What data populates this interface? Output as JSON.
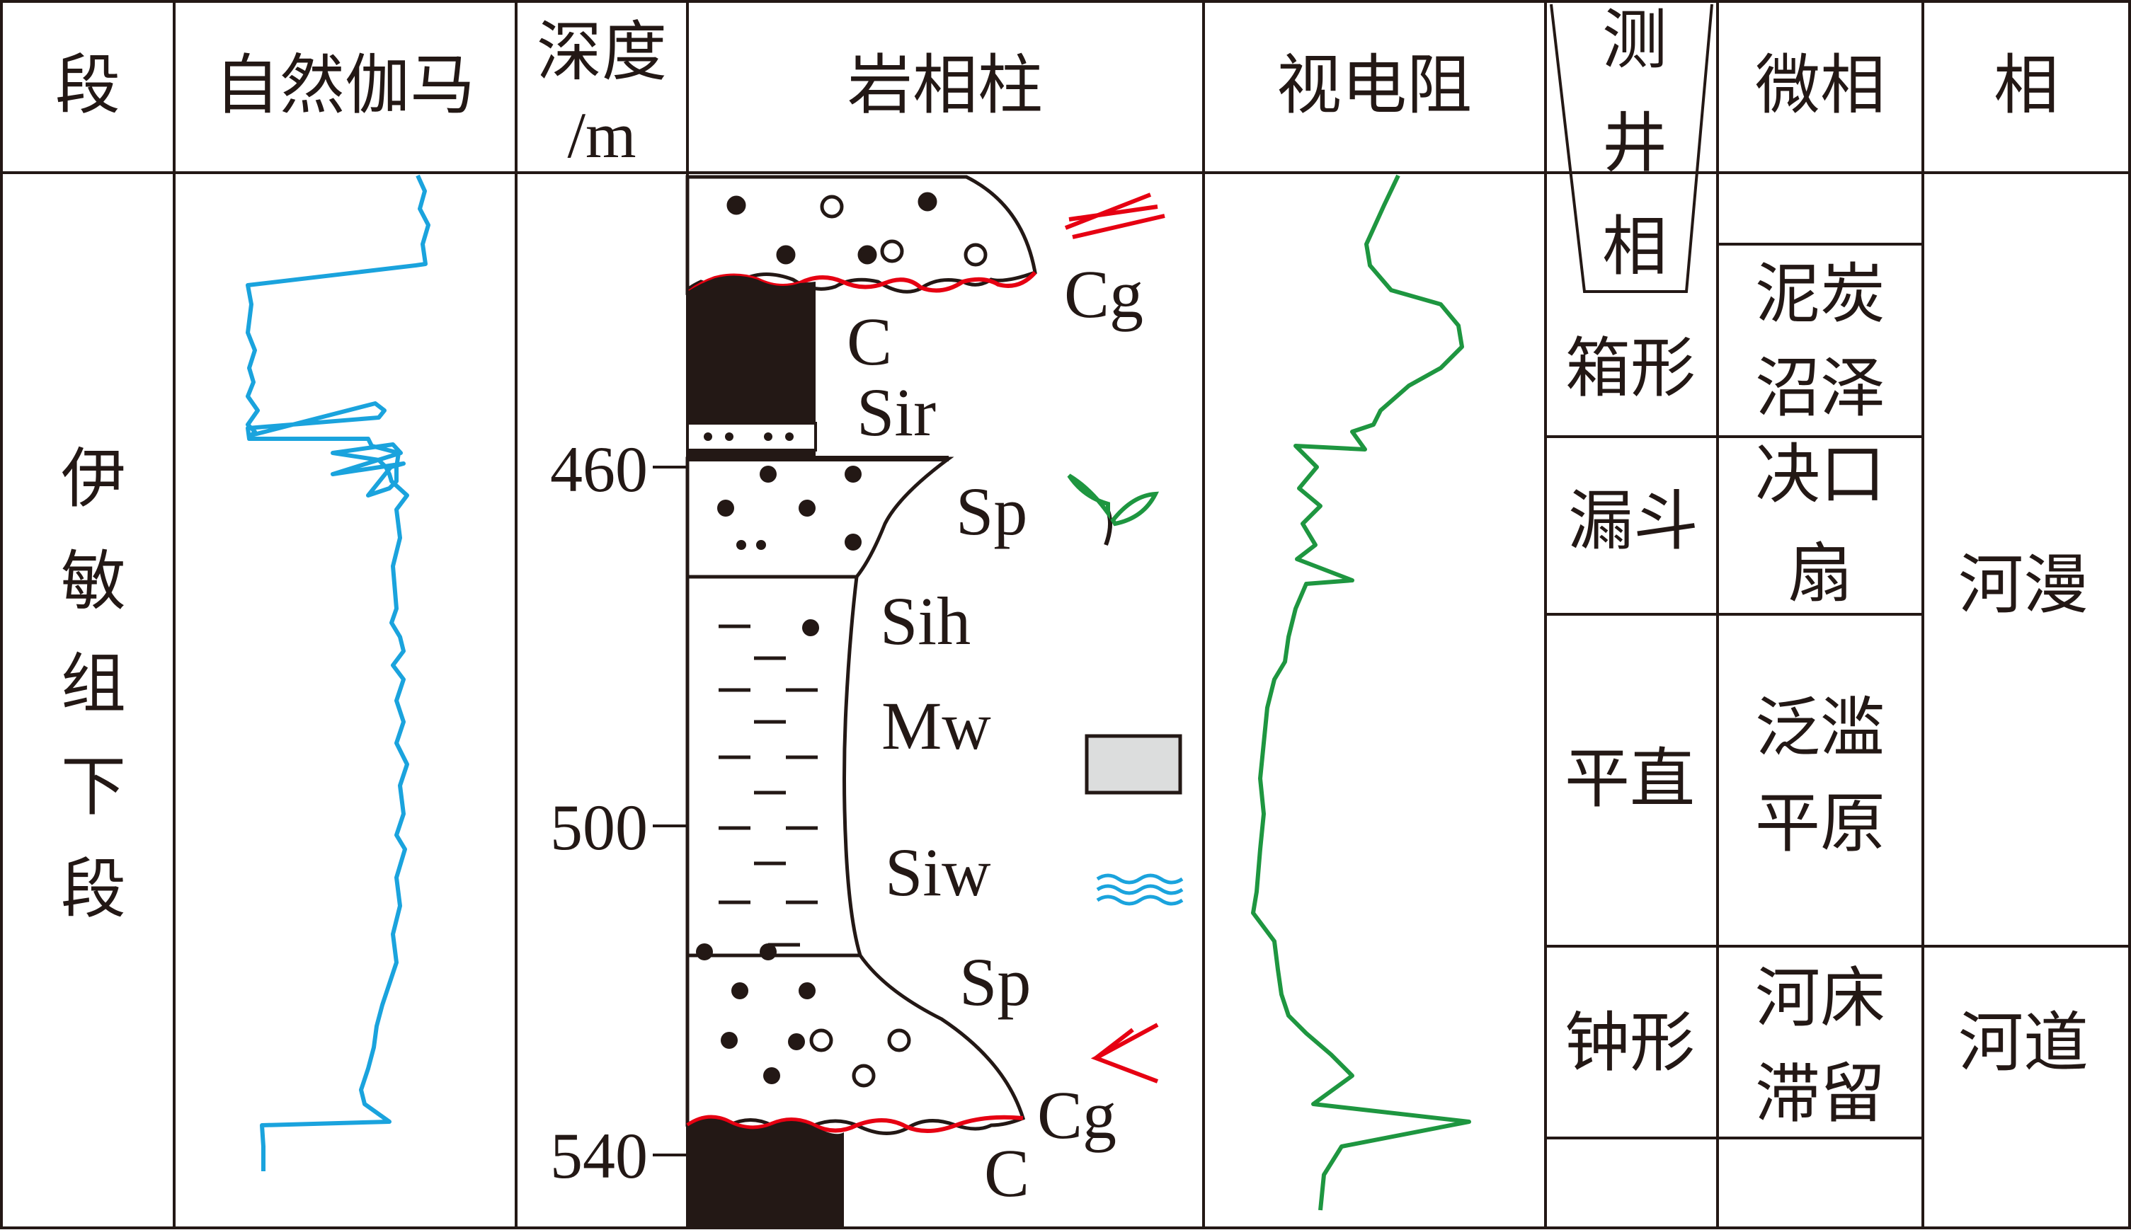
{
  "headers": {
    "section": "段",
    "gamma": "自然伽马",
    "depth_line1": "深度",
    "depth_line2": "/m",
    "lithology": "岩相柱",
    "resistivity": "视电阻",
    "logfacies": [
      "测",
      "井",
      "相"
    ],
    "microfacies": "微相",
    "facies": "相"
  },
  "section_value": [
    "伊",
    "敏",
    "组",
    "下",
    "段"
  ],
  "depth_ticks": [
    "460",
    "500",
    "540"
  ],
  "lith_labels": {
    "cg_top": "Cg",
    "c_top": "C",
    "sir": "Sir",
    "sp_top": "Sp",
    "sih": "Sih",
    "mw": "Mw",
    "siw": "Siw",
    "sp_bottom": "Sp",
    "cg_bottom": "Cg",
    "c_bottom": "C"
  },
  "log_facies": [
    "箱形",
    "漏斗",
    "平直",
    "钟形"
  ],
  "microfacies": [
    [
      "泥炭",
      "沼泽"
    ],
    [
      "决口",
      "扇"
    ],
    [
      "泛滥",
      "平原"
    ],
    [
      "河床",
      "滞留"
    ]
  ],
  "facies": [
    "河漫",
    "河道"
  ],
  "colors": {
    "gamma_curve": "#1aa3dd",
    "resistivity_curve": "#1e9640",
    "erosion_surface": "#e60012",
    "ripple_symbol": "#1aa3dd",
    "plant_symbol": "#1e9640",
    "coal": "#231815",
    "outline": "#231815"
  },
  "icons": [
    "cross-bedding-icon",
    "plant-fossil-icon",
    "massive-bedding-icon",
    "wavy-bedding-icon",
    "cross-bedding-icon"
  ]
}
